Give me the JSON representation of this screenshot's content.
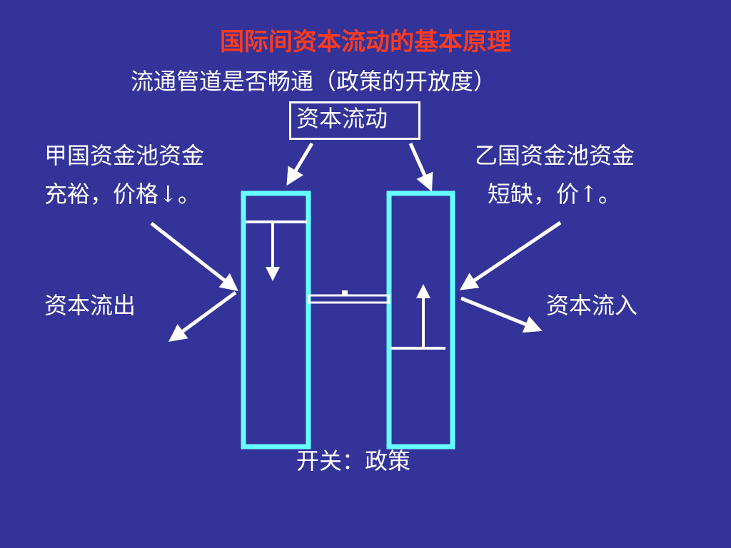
{
  "title": "国际间资本流动的基本原理",
  "subtitle": "流通管道是否畅通（政策的开放度）",
  "capital_flow_label": "资本流动",
  "country_a": {
    "line1": "甲国资金池资金",
    "line2": "充裕，价格↓。"
  },
  "country_b": {
    "line1": "乙国资金池资金",
    "line2": "短缺，价↑。"
  },
  "outflow_label": "资本流出",
  "inflow_label": "资本流入",
  "switch_label": "开关：政策",
  "colors": {
    "background": "#333399",
    "title": "#ff3b1f",
    "text": "#ffffff",
    "tank_border": "#66ffff",
    "arrows": "#ffffff"
  }
}
